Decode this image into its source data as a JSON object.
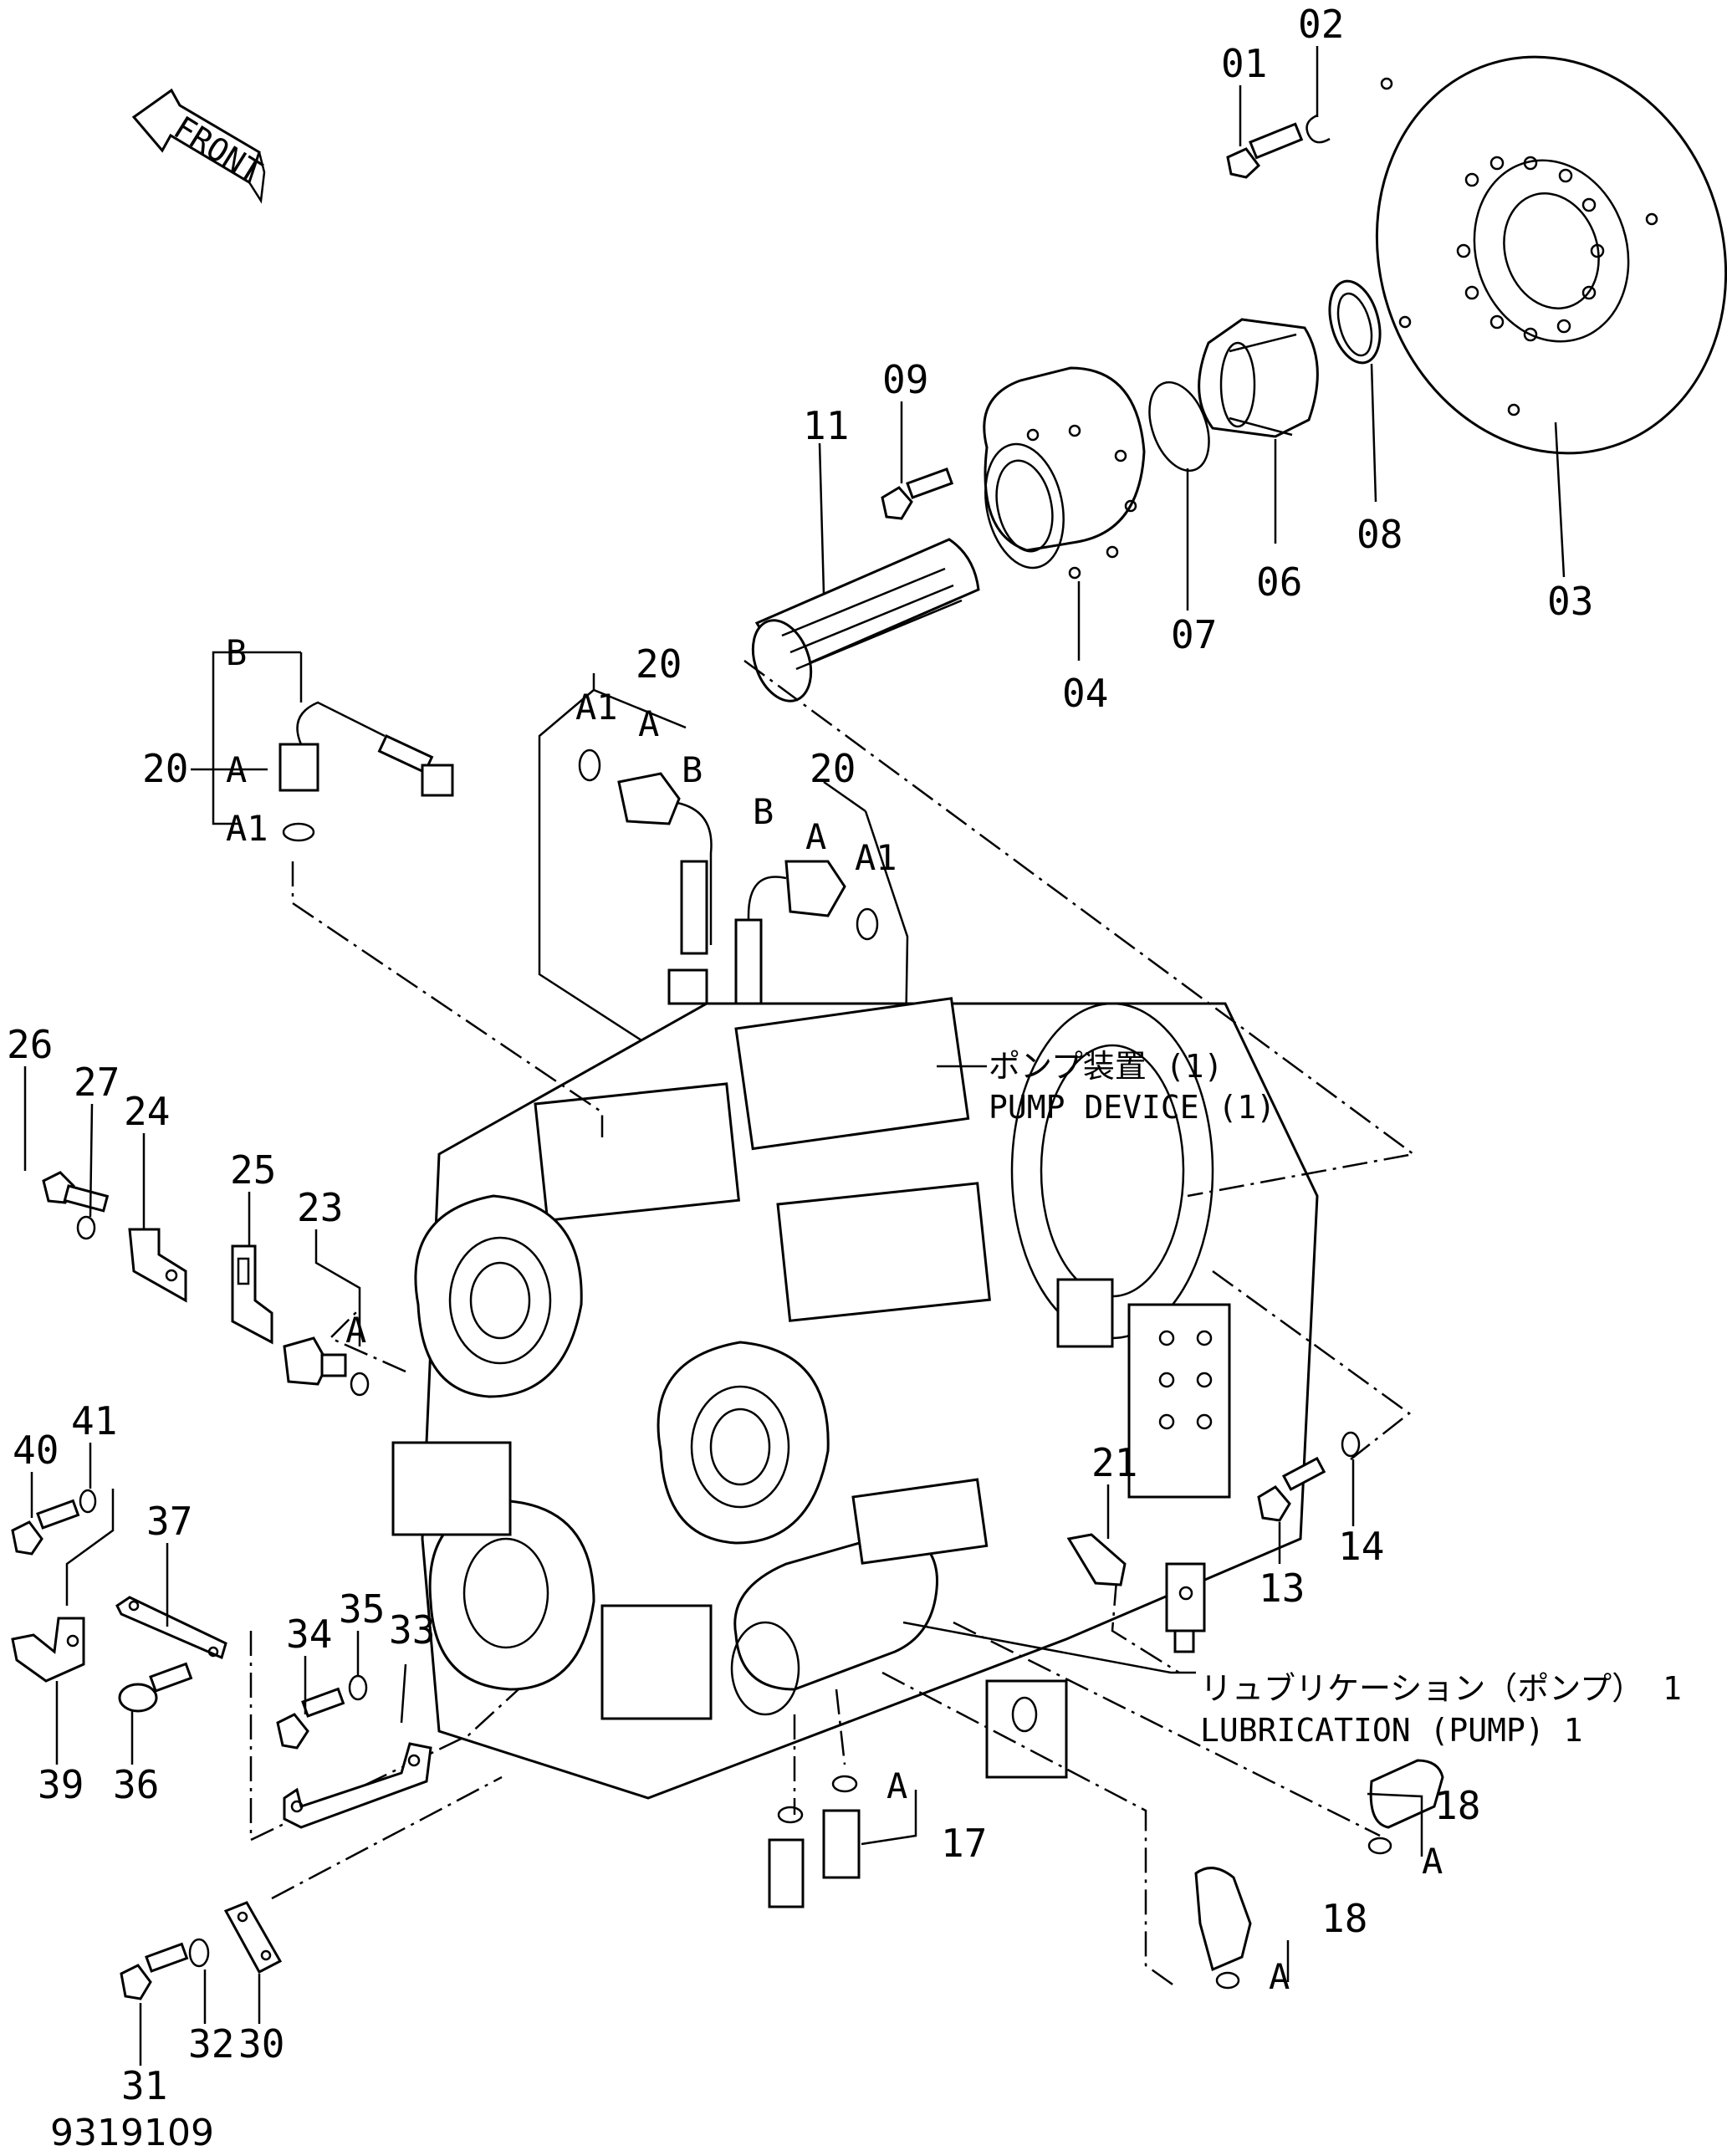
{
  "drawing_number": "9319109",
  "direction_arrow": {
    "label": "FRONT"
  },
  "assembly_notes": {
    "pump_device_jp": "ポンプ装置 (1)",
    "pump_device_en": "PUMP  DEVICE (1)",
    "lubrication_jp": "リュブリケーション（ポンプ） 1",
    "lubrication_en": "LUBRICATION  (PUMP) 1"
  },
  "part_numbers": {
    "p01": "01",
    "p02": "02",
    "p03": "03",
    "p04": "04",
    "p06": "06",
    "p07": "07",
    "p08": "08",
    "p09": "09",
    "p11": "11",
    "p13": "13",
    "p14": "14",
    "p17": "17",
    "p18a": "18",
    "p18b": "18",
    "p20a": "20",
    "p20b": "20",
    "p20c": "20",
    "p21": "21",
    "p23": "23",
    "p24": "24",
    "p25": "25",
    "p26": "26",
    "p27": "27",
    "p30": "30",
    "p31": "31",
    "p32": "32",
    "p33": "33",
    "p34": "34",
    "p35": "35",
    "p36": "36",
    "p37": "37",
    "p39": "39",
    "p40": "40",
    "p41": "41"
  },
  "sub_labels": {
    "a": "A",
    "a1": "A1",
    "b": "B"
  }
}
